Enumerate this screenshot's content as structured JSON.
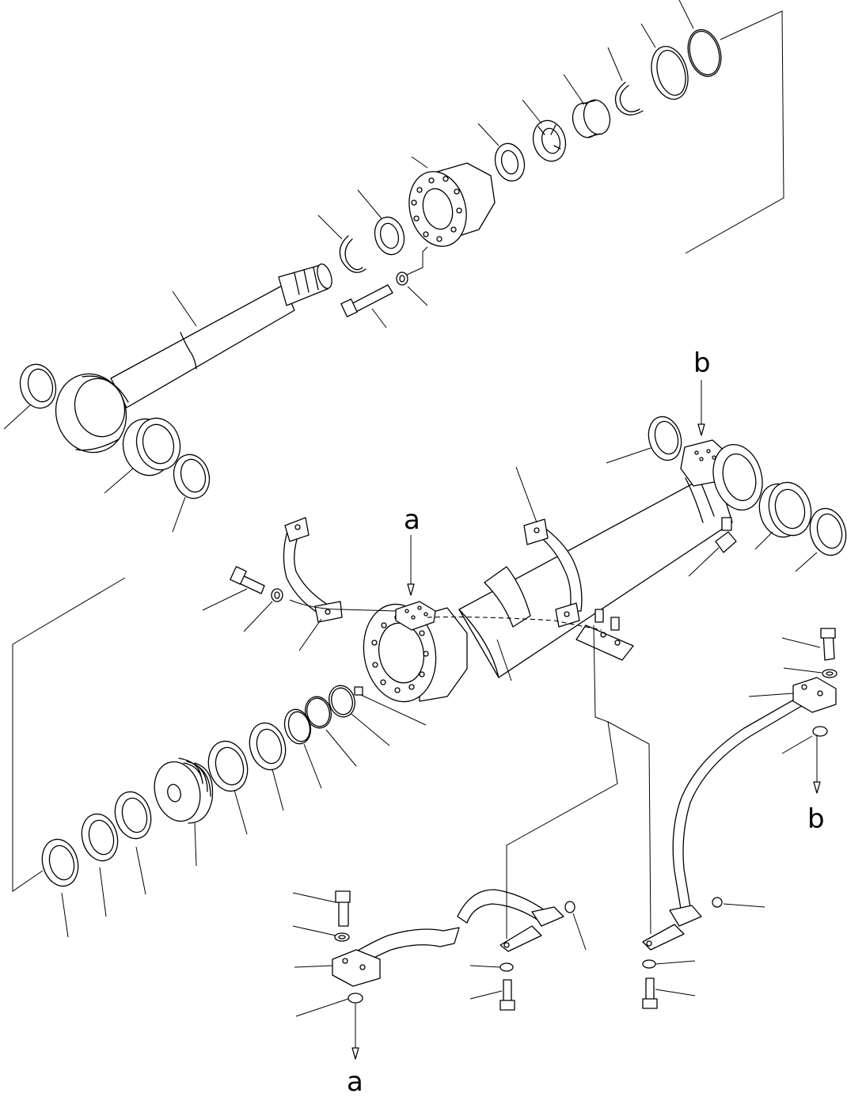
{
  "callouts": {
    "ref_a_top": "a",
    "ref_a_bottom": "a",
    "ref_b_top": "b",
    "ref_b_bottom": "b"
  }
}
